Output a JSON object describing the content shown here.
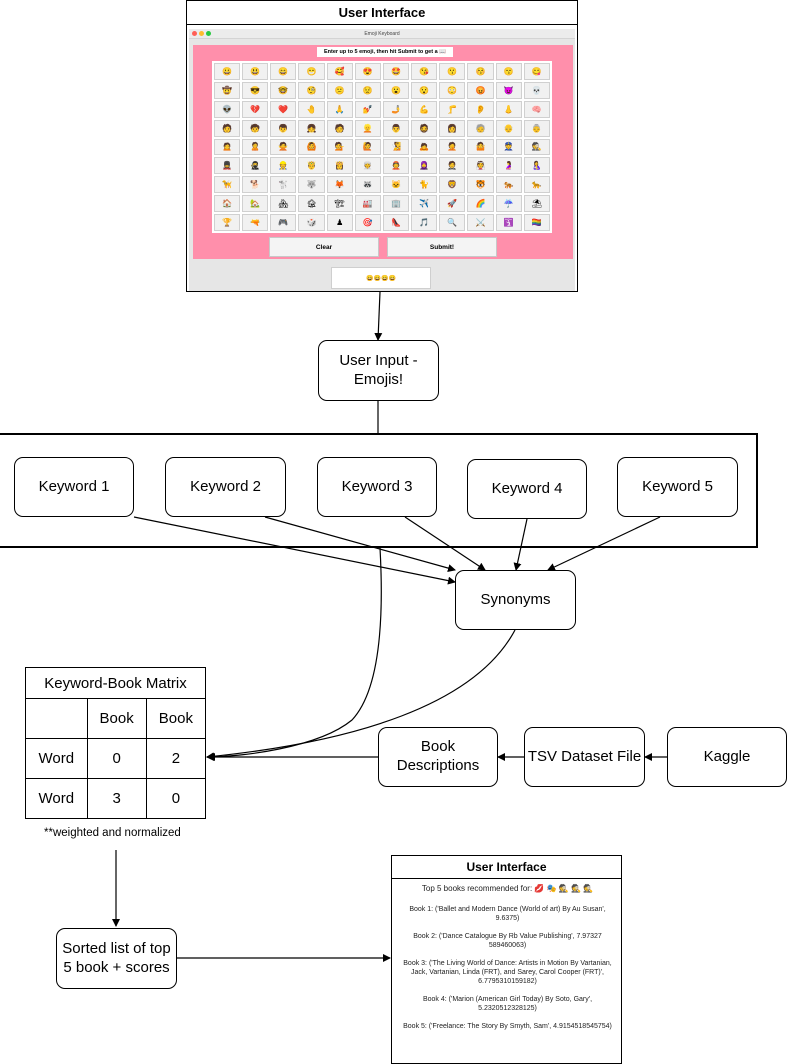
{
  "top_ui": {
    "title": "User Interface",
    "window_title": "Emoji Keyboard",
    "prompt": "Enter up to 5 emoji, then hit Submit to get a 📖",
    "clear_label": "Clear",
    "submit_label": "Submit!",
    "output": "😄😄😄😄",
    "emoji_rows": [
      [
        "😀",
        "😃",
        "😄",
        "😁",
        "🥰",
        "😍",
        "🤩",
        "😘",
        "😗",
        "😚",
        "😙",
        "😋"
      ],
      [
        "🤠",
        "😎",
        "🤓",
        "🧐",
        "😕",
        "😟",
        "😮",
        "😯",
        "😳",
        "😡",
        "😈",
        "💀"
      ],
      [
        "👽",
        "💔",
        "❤️",
        "🤚",
        "🙏",
        "💅",
        "🤳",
        "💪",
        "🦵",
        "👂",
        "👃",
        "🧠"
      ],
      [
        "🧑",
        "🧒",
        "👦",
        "👧",
        "🧑",
        "👱",
        "👨",
        "🧔",
        "👩",
        "🧓",
        "👴",
        "👵"
      ],
      [
        "🙍",
        "🙎",
        "🙅",
        "🙆",
        "💁",
        "🙋",
        "🧏",
        "🙇",
        "🤦",
        "🤷",
        "👮",
        "🕵️"
      ],
      [
        "💂",
        "🥷",
        "👷",
        "🤴",
        "👸",
        "👳",
        "👲",
        "🧕",
        "🤵",
        "👰",
        "🤰",
        "🤱"
      ],
      [
        "🦮",
        "🐕",
        "🐩",
        "🐺",
        "🦊",
        "🦝",
        "🐱",
        "🐈",
        "🦁",
        "🐯",
        "🐅",
        "🐆"
      ],
      [
        "🏠",
        "🏡",
        "🏘",
        "🏚",
        "🏗",
        "🏭",
        "🏢",
        "✈️",
        "🚀",
        "🌈",
        "☔",
        "⛱"
      ],
      [
        "🏆",
        "🔫",
        "🎮",
        "🎲",
        "♟",
        "🎯",
        "👠",
        "🎵",
        "🔍",
        "⚔️",
        "🛐",
        "🏳️‍🌈"
      ]
    ]
  },
  "user_input": "User Input - Emojis!",
  "keywords": [
    "Keyword 1",
    "Keyword 2",
    "Keyword 3",
    "Keyword 4",
    "Keyword 5"
  ],
  "synonyms": "Synonyms",
  "matrix": {
    "title": "Keyword-Book Matrix",
    "col_headers": [
      "",
      "Book",
      "Book"
    ],
    "rows": [
      {
        "label": "Word",
        "values": [
          "0",
          "2"
        ]
      },
      {
        "label": "Word",
        "values": [
          "3",
          "0"
        ]
      }
    ],
    "note": "**weighted and normalized"
  },
  "book_descriptions": "Book Descriptions",
  "tsv": "TSV Dataset File",
  "kaggle": "Kaggle",
  "sorted_list": "Sorted list of top 5 book + scores",
  "bottom_ui": {
    "title": "User Interface",
    "heading": "Top 5 books recommended for: 💋 🎭 🕵️ 🕵️ 🕵️",
    "books": [
      "Book 1: ('Ballet and Modern Dance (World of art) By Au Susan', 9.6375)",
      "Book 2: ('Dance Catalogue By Rb Value Publishing', 7.97327 589460063)",
      "Book 3: ('The Living World of Dance: Artists in Motion By Vartanian, Jack, Vartanian, Linda (FRT), and Sarey, Carol Cooper (FRT)', 6.7795310159182)",
      "Book 4: ('Marion (American Girl Today) By Soto, Gary', 5.2320512328125)",
      "Book 5: ('Freelance: The Story By Smyth, Sam', 4.9154518545754)"
    ]
  }
}
